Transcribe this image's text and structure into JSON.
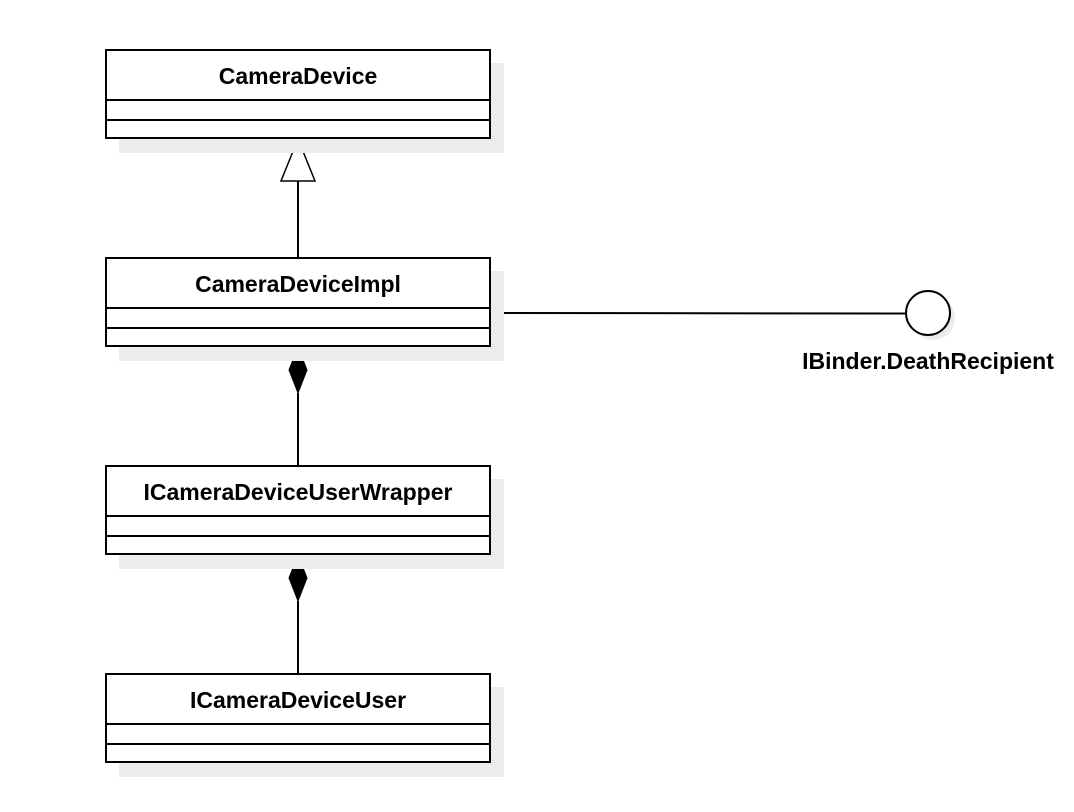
{
  "diagram": {
    "type": "uml-class-diagram",
    "classes": [
      {
        "id": "camera-device",
        "name": "CameraDevice"
      },
      {
        "id": "camera-device-impl",
        "name": "CameraDeviceImpl"
      },
      {
        "id": "icamera-device-user-wrapper",
        "name": "ICameraDeviceUserWrapper"
      },
      {
        "id": "icamera-device-user",
        "name": "ICameraDeviceUser"
      }
    ],
    "interfaces": [
      {
        "id": "ibinder-death-recipient",
        "name": "IBinder.DeathRecipient"
      }
    ],
    "relationships": [
      {
        "type": "generalization",
        "from": "camera-device-impl",
        "to": "camera-device"
      },
      {
        "type": "composition",
        "whole": "camera-device-impl",
        "part": "icamera-device-user-wrapper"
      },
      {
        "type": "composition",
        "whole": "icamera-device-user-wrapper",
        "part": "icamera-device-user"
      },
      {
        "type": "realization-lollipop",
        "from": "camera-device-impl",
        "to": "ibinder-death-recipient"
      }
    ],
    "colors": {
      "line": "#000000",
      "background": "#ffffff",
      "shadow": "#ececec"
    }
  }
}
